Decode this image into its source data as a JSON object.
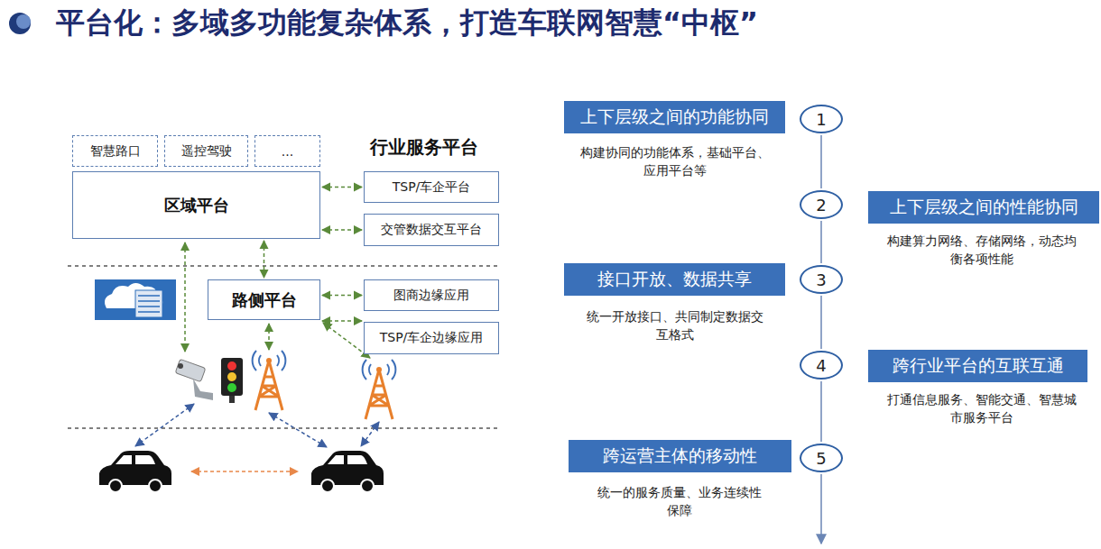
{
  "diagram": {
    "title": "平台化：多域多功能复杂体系，打造车联网智慧“中枢”",
    "nodes": [
      {
        "text": [
          "智慧路口"
        ]
      },
      {
        "text": [
          "遥控驾驶"
        ]
      },
      {
        "text": [
          "..."
        ]
      },
      {
        "text": [
          "区域平台"
        ]
      },
      {
        "text": [
          "TSP/车企平台"
        ]
      },
      {
        "text": [
          "交管数据交互平台"
        ]
      },
      {
        "text": [
          "路侧平台"
        ]
      },
      {
        "text": [
          "图商边缘应用"
        ]
      },
      {
        "text": [
          "TSP/车企边缘应用"
        ]
      },
      {
        "text": [
          "上下层级之间的功能协同"
        ]
      },
      {
        "text": [
          "1"
        ]
      },
      {
        "text": [
          "上下层级之间的性能协同"
        ]
      },
      {
        "text": [
          "2"
        ]
      },
      {
        "text": [
          "接口开放、数据共享"
        ]
      },
      {
        "text": [
          "3"
        ]
      },
      {
        "text": [
          "跨行业平台的互联互通"
        ]
      },
      {
        "text": [
          "4"
        ]
      },
      {
        "text": [
          "跨运营主体的移动性"
        ]
      },
      {
        "text": [
          "5"
        ]
      }
    ],
    "edges": [
      {
        "from": 3,
        "to": 4,
        "arrow": "both"
      },
      {
        "from": 3,
        "to": 5,
        "arrow": "both"
      },
      {
        "from": 3,
        "to": 6,
        "arrow": "both"
      },
      {
        "from": 6,
        "to": 7,
        "arrow": "both"
      },
      {
        "from": 6,
        "to": 8,
        "arrow": "both"
      },
      {
        "from": 10,
        "to": 12,
        "arrow": "none"
      },
      {
        "from": 12,
        "to": 14,
        "arrow": "none"
      },
      {
        "from": 14,
        "to": 16,
        "arrow": "none"
      },
      {
        "from": 16,
        "to": 18,
        "arrow": "none"
      }
    ],
    "labels": [
      "行业服务平台",
      "构建协同的功能体系，基础平台、应用平台等",
      "构建算力网络、存储网络，动态均衡各项性能",
      "统一开放接口、共同制定数据交互格式",
      "打通信息服务、智能交通、智慧城市服务平台",
      "统一的服务质量、业务连续性保障"
    ]
  }
}
